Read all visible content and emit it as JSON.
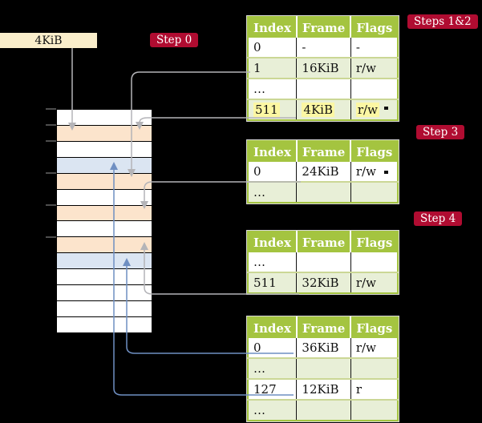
{
  "diagram": {
    "frame_box_label": "4KiB",
    "badges": {
      "step0": "Step 0",
      "steps12": "Steps 1&2",
      "step3": "Step 3",
      "step4": "Step 4"
    },
    "memory_strip": {
      "rows": [
        {
          "kind": "empty"
        },
        {
          "kind": "pagetable"
        },
        {
          "kind": "empty"
        },
        {
          "kind": "data"
        },
        {
          "kind": "pagetable"
        },
        {
          "kind": "empty"
        },
        {
          "kind": "pagetable"
        },
        {
          "kind": "empty"
        },
        {
          "kind": "pagetable"
        },
        {
          "kind": "data"
        },
        {
          "kind": "empty"
        },
        {
          "kind": "empty"
        },
        {
          "kind": "empty"
        },
        {
          "kind": "empty"
        }
      ]
    },
    "tables": [
      {
        "headers": [
          "Index",
          "Frame",
          "Flags"
        ],
        "rows": [
          {
            "cells": [
              "0",
              "-",
              "-"
            ]
          },
          {
            "cells": [
              "1",
              "16KiB",
              "r/w"
            ]
          },
          {
            "cells": [
              "…",
              "",
              ""
            ]
          },
          {
            "cells": [
              "511",
              "4KiB",
              "r/w"
            ],
            "highlight": true
          }
        ]
      },
      {
        "headers": [
          "Index",
          "Frame",
          "Flags"
        ],
        "rows": [
          {
            "cells": [
              "0",
              "24KiB",
              "r/w"
            ]
          },
          {
            "cells": [
              "…",
              "",
              ""
            ]
          }
        ]
      },
      {
        "headers": [
          "Index",
          "Frame",
          "Flags"
        ],
        "rows": [
          {
            "cells": [
              "…",
              "",
              ""
            ]
          },
          {
            "cells": [
              "511",
              "32KiB",
              "r/w"
            ]
          }
        ]
      },
      {
        "headers": [
          "Index",
          "Frame",
          "Flags"
        ],
        "rows": [
          {
            "cells": [
              "0",
              "36KiB",
              "r/w"
            ]
          },
          {
            "cells": [
              "…",
              "",
              ""
            ]
          },
          {
            "cells": [
              "127",
              "12KiB",
              "r"
            ]
          },
          {
            "cells": [
              "…",
              "",
              ""
            ]
          }
        ]
      }
    ],
    "colors": {
      "badge_bg": "#b00c31",
      "table_header_bg": "#a4c440",
      "table_alt_row_bg": "#e8efd7",
      "highlight_bg": "#fcf7a3",
      "pagetable_frame_bg": "#fce4cc",
      "data_frame_bg": "#dbe5f2",
      "frame_box_bg": "#faeecb",
      "arrow_gray": "#b4b4b8",
      "arrow_blue": "#6f8fc2"
    }
  }
}
